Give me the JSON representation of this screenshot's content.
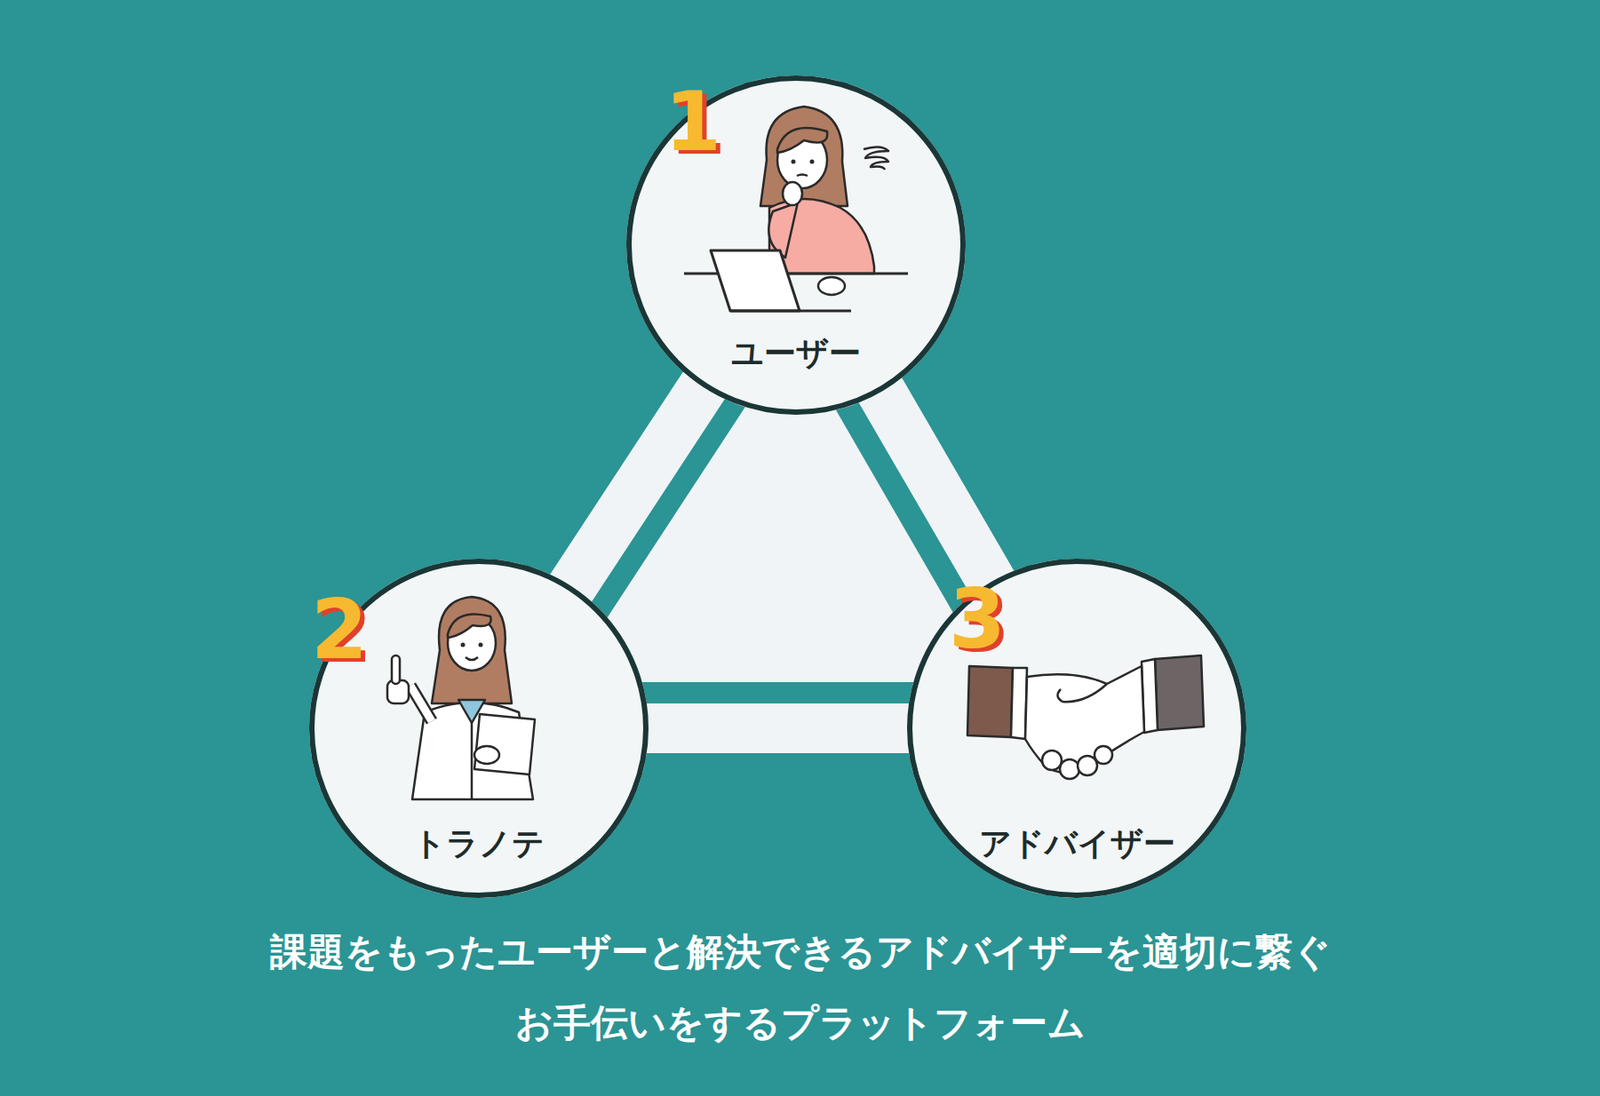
{
  "diagram": {
    "caption": "課題をもったユーザーと解決できるアドバイザーを適切に繋ぐ お手伝いをするプラットフォーム",
    "nodes": [
      {
        "text": [
          "ユーザー"
        ]
      },
      {
        "text": [
          "トラノテ"
        ]
      },
      {
        "text": [
          "アドバイザー"
        ]
      }
    ],
    "edges": [
      {
        "from": 0,
        "to": 1,
        "arrow": "none"
      },
      {
        "from": 0,
        "to": 2,
        "arrow": "none"
      },
      {
        "from": 1,
        "to": 2,
        "arrow": "none"
      }
    ],
    "labels": [
      "1",
      "2",
      "3"
    ]
  }
}
